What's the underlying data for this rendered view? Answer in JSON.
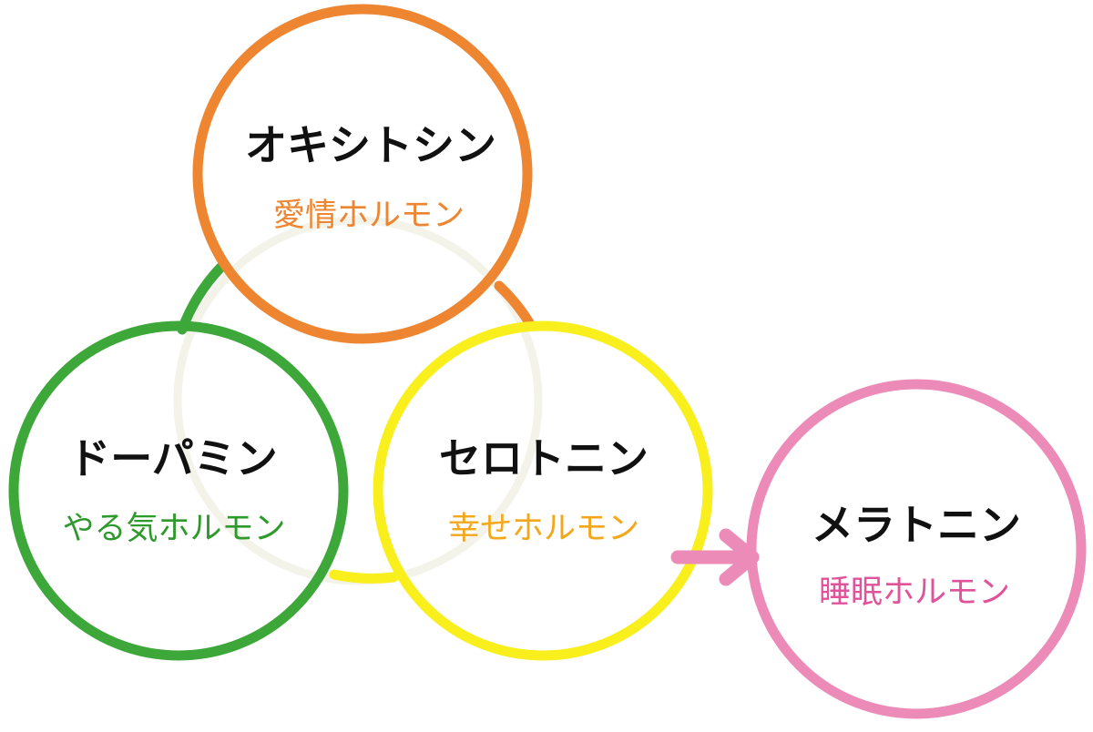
{
  "hormones": [
    {
      "name": "オキシトシン",
      "role": "愛情ホルモン",
      "color": "#ee8530"
    },
    {
      "name": "ドーパミン",
      "role": "やる気ホルモン",
      "color": "#3da73a",
      "role_color": "#2e9a2c"
    },
    {
      "name": "セロトニン",
      "role": "幸せホルモン",
      "color": "#f8ef1d",
      "role_color": "#f2a71c"
    },
    {
      "name": "メラトニン",
      "role": "睡眠ホルモン",
      "color": "#ec8bb8",
      "role_color": "#e0529a"
    }
  ],
  "colors": {
    "background": "#ffffff",
    "title_text": "#111111",
    "arrow": "#ec8bb8"
  }
}
